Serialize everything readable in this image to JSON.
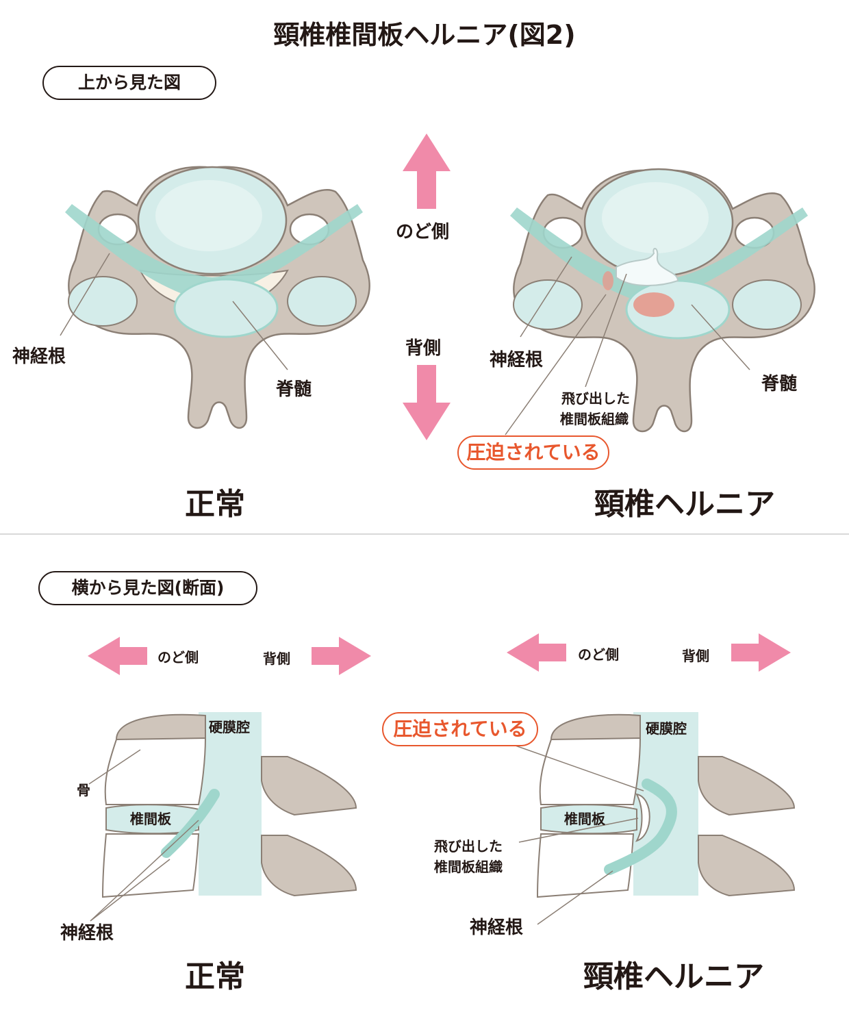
{
  "title": "頸椎椎間板ヘルニア(図2)",
  "top_section": {
    "view_label": "上から見た図",
    "throat_side": "のど側",
    "back_side": "背側",
    "normal": {
      "nerve_root": "神経根",
      "spinal_cord": "脊髄",
      "caption": "正常"
    },
    "hernia": {
      "nerve_root": "神経根",
      "spinal_cord": "脊髄",
      "protruded_line1": "飛び出した",
      "protruded_line2": "椎間板組織",
      "compressed": "圧迫されている",
      "caption": "頸椎ヘルニア"
    }
  },
  "bottom_section": {
    "view_label": "横から見た図(断面)",
    "normal": {
      "throat_side": "のど側",
      "back_side": "背側",
      "dura": "硬膜腔",
      "bone": "骨",
      "disc": "椎間板",
      "nerve_root": "神経根",
      "caption": "正常"
    },
    "hernia": {
      "throat_side": "のど側",
      "back_side": "背側",
      "dura": "硬膜腔",
      "disc": "椎間板",
      "protruded_line1": "飛び出した",
      "protruded_line2": "椎間板組織",
      "compressed": "圧迫されている",
      "nerve_root": "神経根",
      "caption": "頸椎ヘルニア"
    }
  },
  "colors": {
    "bone": "#cfc5bb",
    "body_fill": "#d4ecea",
    "nerve": "#9fd6cc",
    "arrow_pink": "#f08aa9",
    "press_orange": "#e8572d",
    "outline": "#8b7f75"
  }
}
